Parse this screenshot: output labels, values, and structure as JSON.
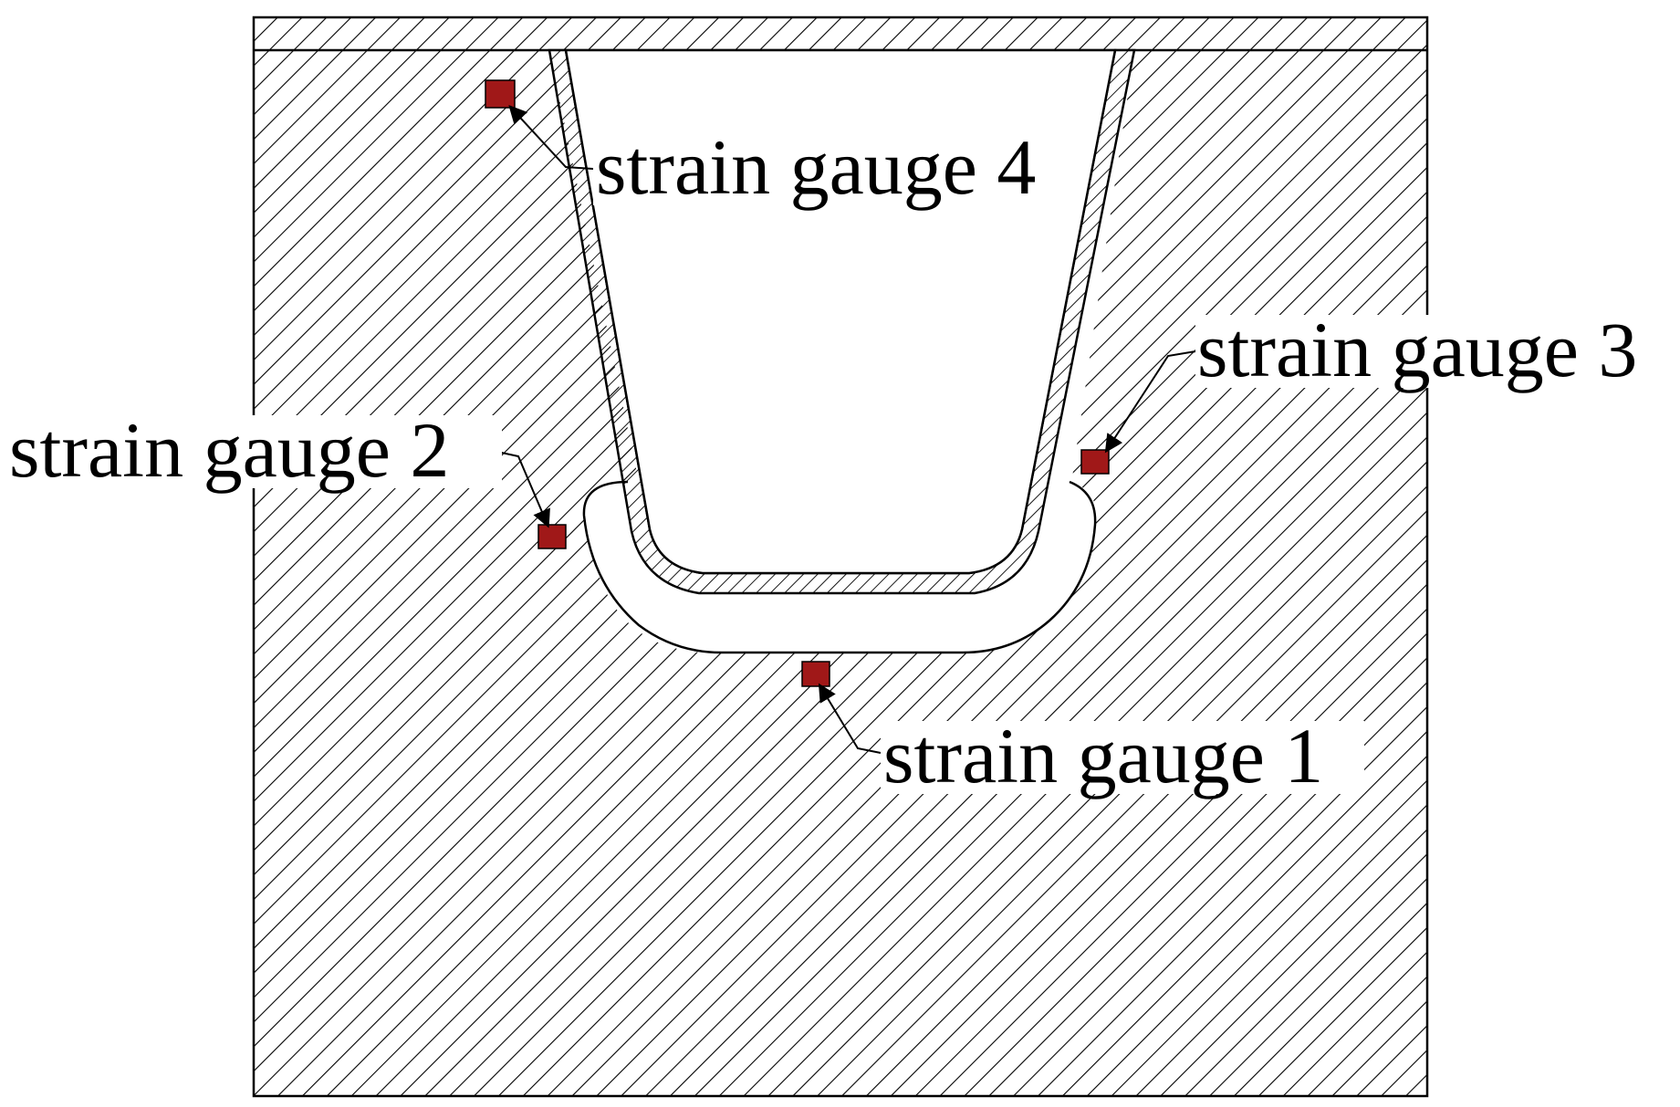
{
  "labels": {
    "gauge_1": "strain gauge 1",
    "gauge_2": "strain gauge 2",
    "gauge_3": "strain gauge 3",
    "gauge_4": "strain gauge 4"
  },
  "colors": {
    "gauge": "#A01818",
    "line": "#000000",
    "background": "#FFFFFF"
  }
}
